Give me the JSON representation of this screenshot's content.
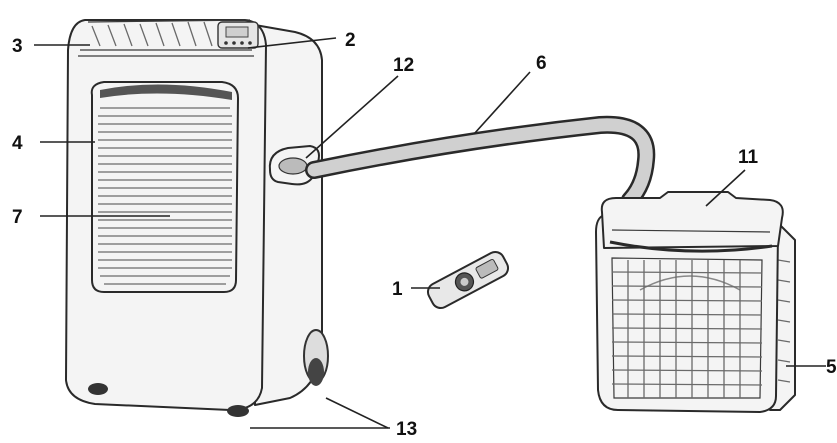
{
  "diagram": {
    "callouts": [
      {
        "id": "c1",
        "label": "1"
      },
      {
        "id": "c2",
        "label": "2"
      },
      {
        "id": "c3",
        "label": "3"
      },
      {
        "id": "c4",
        "label": "4"
      },
      {
        "id": "c5",
        "label": "5"
      },
      {
        "id": "c6",
        "label": "6"
      },
      {
        "id": "c7",
        "label": "7"
      },
      {
        "id": "c11",
        "label": "11"
      },
      {
        "id": "c12",
        "label": "12"
      },
      {
        "id": "c13",
        "label": "13"
      }
    ]
  }
}
